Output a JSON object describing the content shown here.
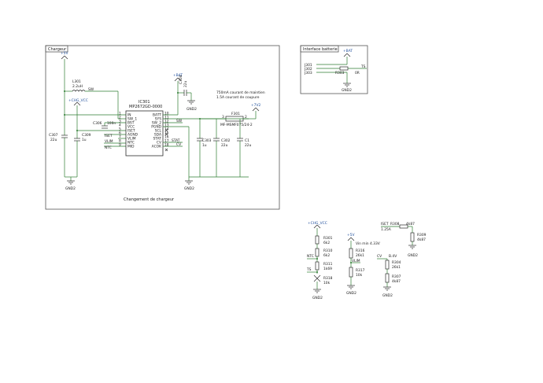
{
  "chargeur": {
    "frame_title": "Chargeur",
    "ic_ref": "IC301",
    "ic_part": "MP2672GD-0000",
    "ic_left_pins": [
      {
        "name": "IN",
        "num": "1"
      },
      {
        "name": "SW_1",
        "num": "2"
      },
      {
        "name": "BST",
        "num": "3"
      },
      {
        "name": "VCC",
        "num": "4"
      },
      {
        "name": "ISET",
        "num": "5"
      },
      {
        "name": "AGND",
        "num": "6"
      },
      {
        "name": "VLIM",
        "num": "7"
      },
      {
        "name": "NTC",
        "num": "8"
      },
      {
        "name": "MID",
        "num": "9"
      }
    ],
    "ic_right_pins": [
      {
        "name": "BATT",
        "num": "10"
      },
      {
        "name": "SYS",
        "num": "11"
      },
      {
        "name": "SW_2",
        "num": "12"
      },
      {
        "name": "PGND",
        "num": "13"
      },
      {
        "name": "SCL",
        "num": "14"
      },
      {
        "name": "SDA",
        "num": "15"
      },
      {
        "name": "STAT",
        "num": "16"
      },
      {
        "name": "CV",
        "num": "17"
      },
      {
        "name": "ACOK",
        "num": "18"
      }
    ],
    "vin": "+5V",
    "l301_ref": "L301",
    "l301_val": "2.2uH",
    "sw_net": "SW",
    "chg_vcc": "+CHG_VCC",
    "c306": "C306",
    "c306_val": "100n",
    "c307": "C307",
    "c307_val": "22u",
    "c309": "C309",
    "c309_val": "1u",
    "iset": "ISET",
    "vlim": "VLIM",
    "ntc": "NTC",
    "gnd_left": "GND2",
    "vbat": "+BAT",
    "c304": "C304",
    "c304_val": "22u",
    "gnd_top": "GND2",
    "note1": "750mA courant de maintien",
    "note2": "1.5A courant de coupure",
    "f301_ref": "F301",
    "f301_part": "MF-MSMF075/24-2",
    "pin3": "3",
    "pin2": "2",
    "v7": "+7V2",
    "stat": "STAT",
    "cv": "CV",
    "sw_right": "SW",
    "c303": "C303",
    "c303_val": "1u",
    "c302": "C302",
    "c302_val": "22u",
    "c1": "C1",
    "c1_val": "22u",
    "gnd_mid": "GND2",
    "caption": "Changement de chargeur"
  },
  "interface": {
    "frame_title": "Interface batterie",
    "vbat": "+BAT",
    "j301": "J301",
    "j302": "J302",
    "j303": "J303",
    "ts": "TS",
    "r303": "R303",
    "r303_val": "0R",
    "gnd": "GND2"
  },
  "divider_left": {
    "top": "+CHG_VCC",
    "r301": "R301",
    "r301_val": "6k2",
    "r310": "R310",
    "r310_val": "6k2",
    "ntc": "NTC",
    "r311": "R311",
    "r311_val": "1k69",
    "ts": "TS",
    "r318": "R318",
    "r318_val": "10k",
    "gnd": "GND2"
  },
  "divider_mid": {
    "top": "+5V",
    "note": "Vin min 4.33V",
    "r316": "R316",
    "r316_val": "26k1",
    "vlim": "VLIM",
    "r317": "R317",
    "r317_val": "10k",
    "gnd": "GND2"
  },
  "divider_right": {
    "cv": "CV",
    "b4": "B.4V",
    "r304": "R304",
    "r304_val": "26k1",
    "r307": "R307",
    "r307_val": "4k87",
    "gnd": "GND2"
  },
  "iset_block": {
    "iset": "ISET",
    "r308": "R308",
    "r308_val": "1.25A",
    "r_top": "4k87",
    "r309": "R309",
    "r309_val": "4k87",
    "gnd": "GND2"
  }
}
